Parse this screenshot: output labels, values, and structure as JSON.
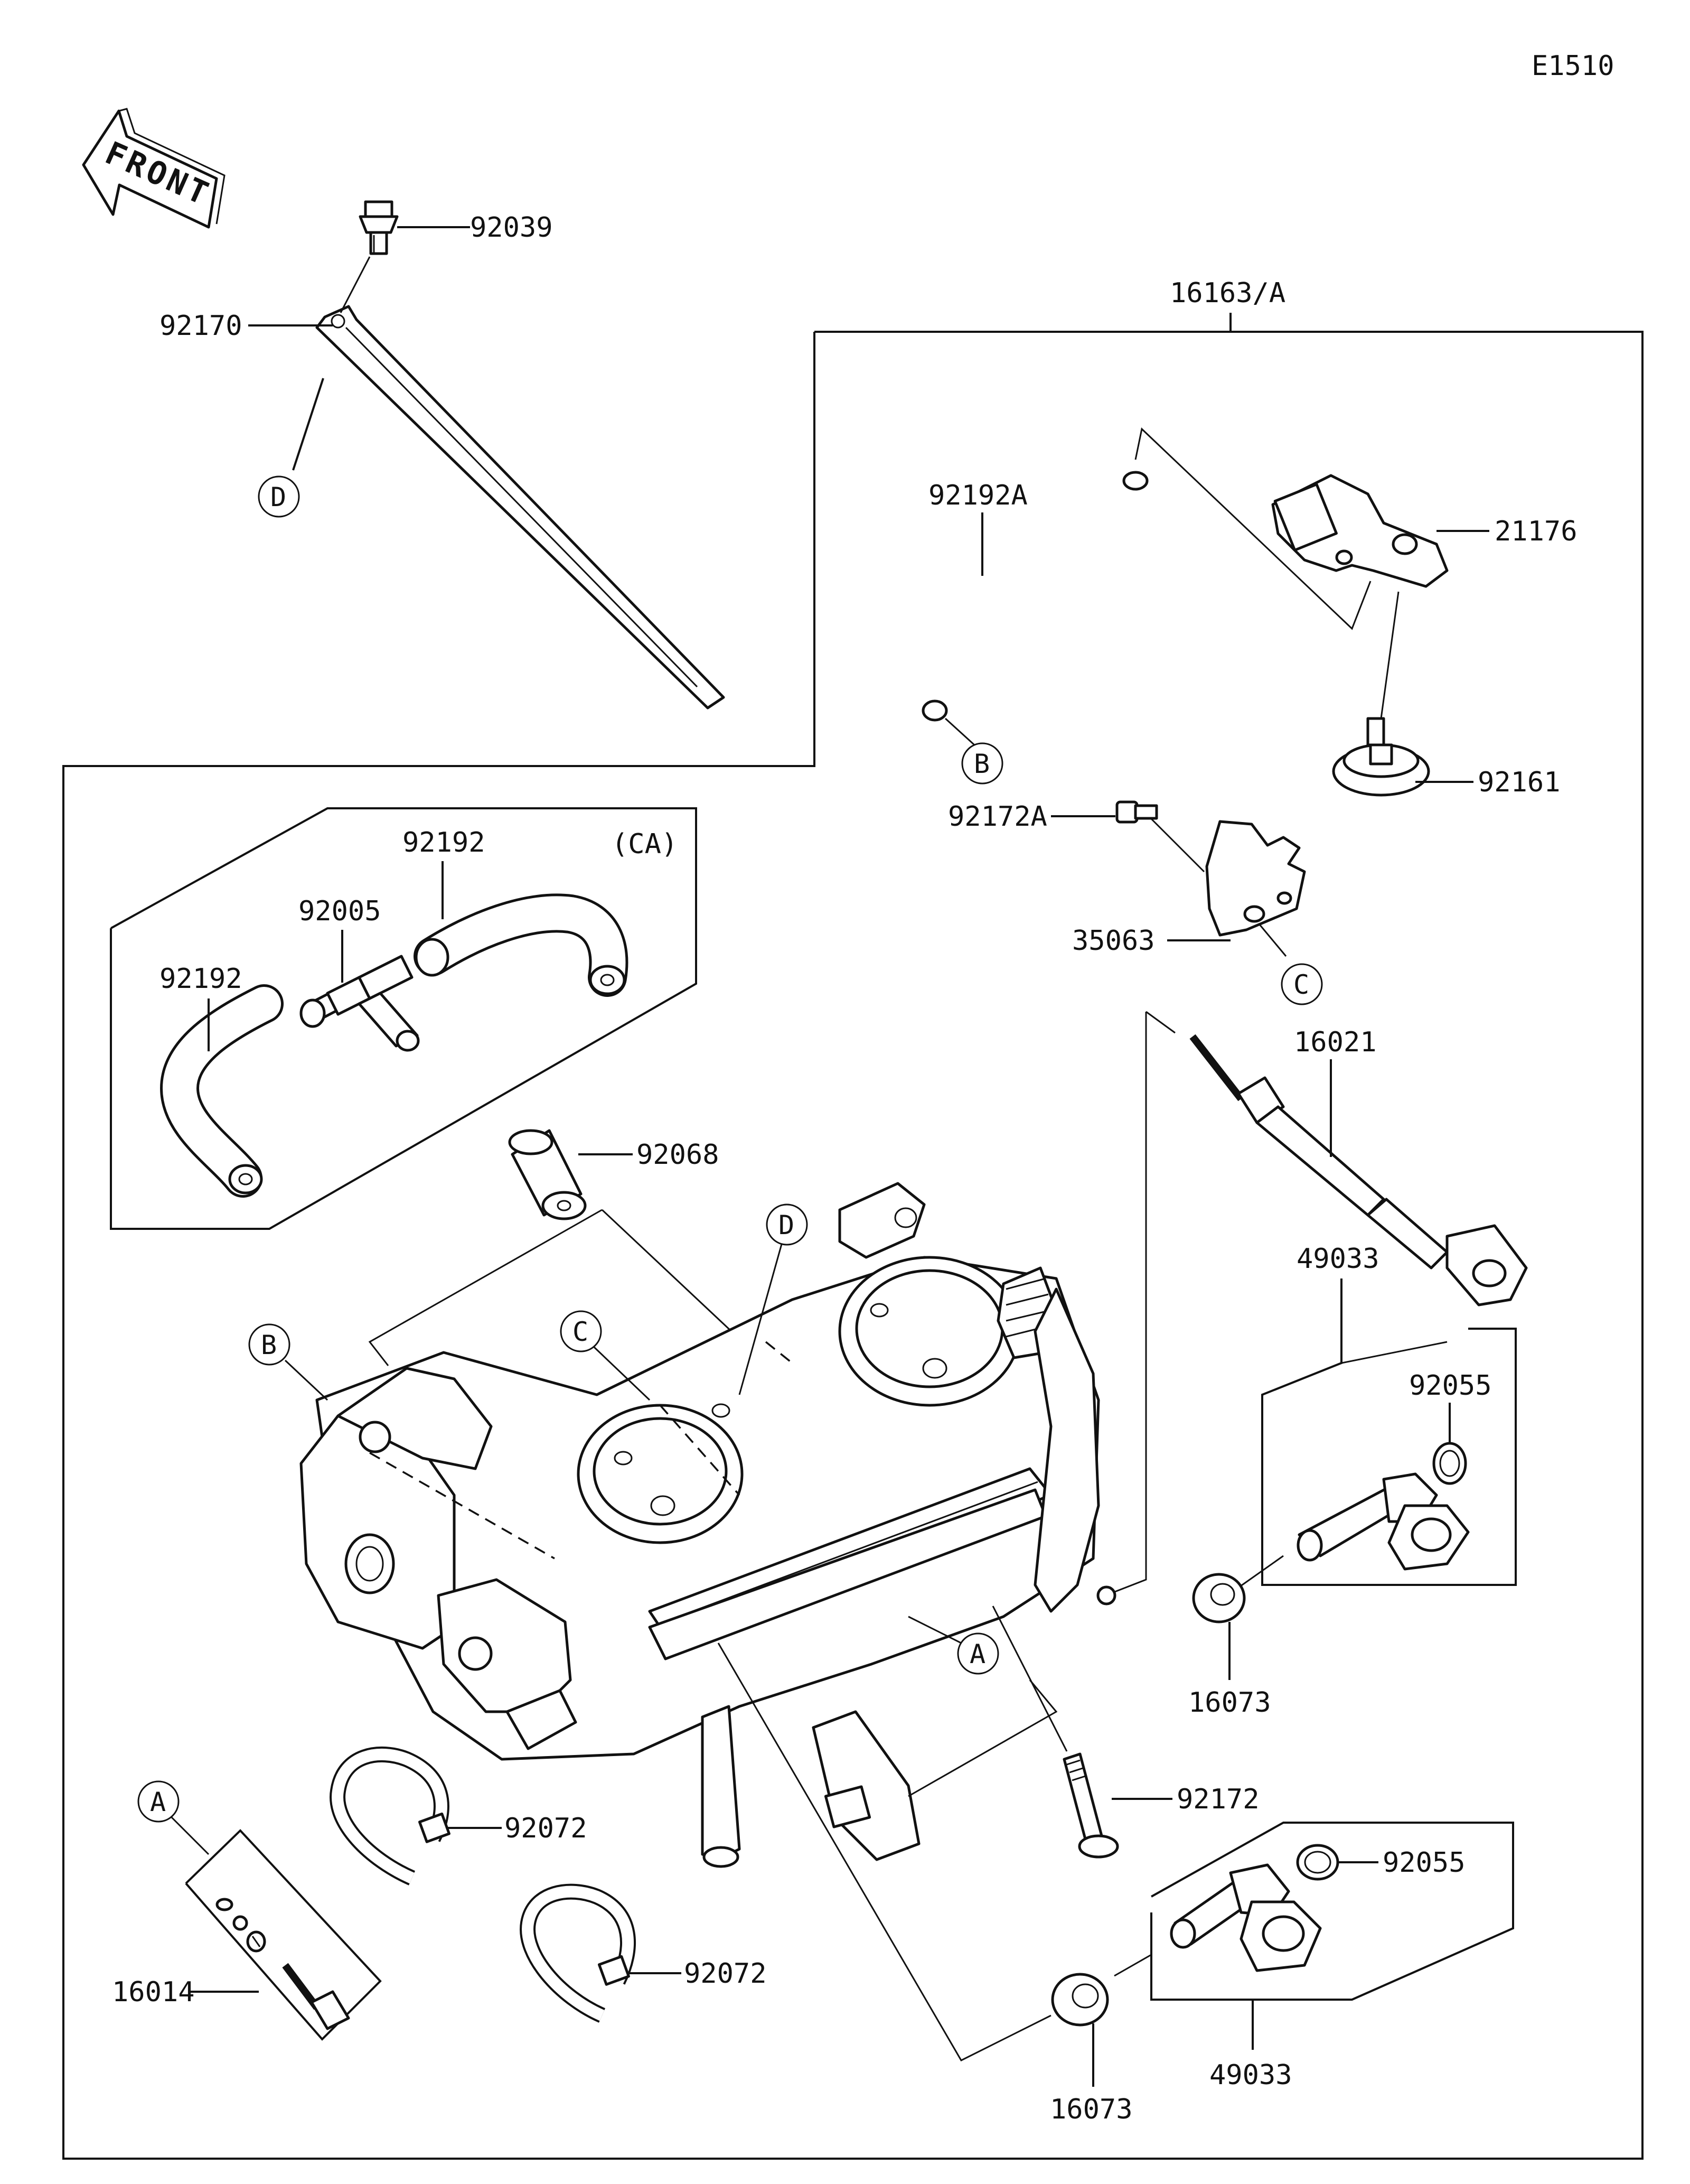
{
  "diagram_code": "E1510",
  "front_arrow": {
    "label": "FRONT",
    "icon": "front-direction-arrow-icon"
  },
  "assembly_label": "16163/A",
  "note_label": "(CA)",
  "ref_markers": {
    "a": "A",
    "b": "B",
    "c": "C",
    "d": "D"
  },
  "parts": {
    "p92039": "92039",
    "p92170": "92170",
    "p92192A": "92192A",
    "p21176": "21176",
    "p92161": "92161",
    "p92172A": "92172A",
    "p35063": "35063",
    "p16021": "16021",
    "p49033_top": "49033",
    "p92055_top": "92055",
    "p16073_right": "16073",
    "p92192_upper": "92192",
    "p92005": "92005",
    "p92192_left": "92192",
    "p92068": "92068",
    "p92072_upper": "92072",
    "p92072_lower": "92072",
    "p92172": "92172",
    "p92055_bottom": "92055",
    "p16014": "16014",
    "p16073_bottom": "16073",
    "p49033_bottom": "49033"
  }
}
